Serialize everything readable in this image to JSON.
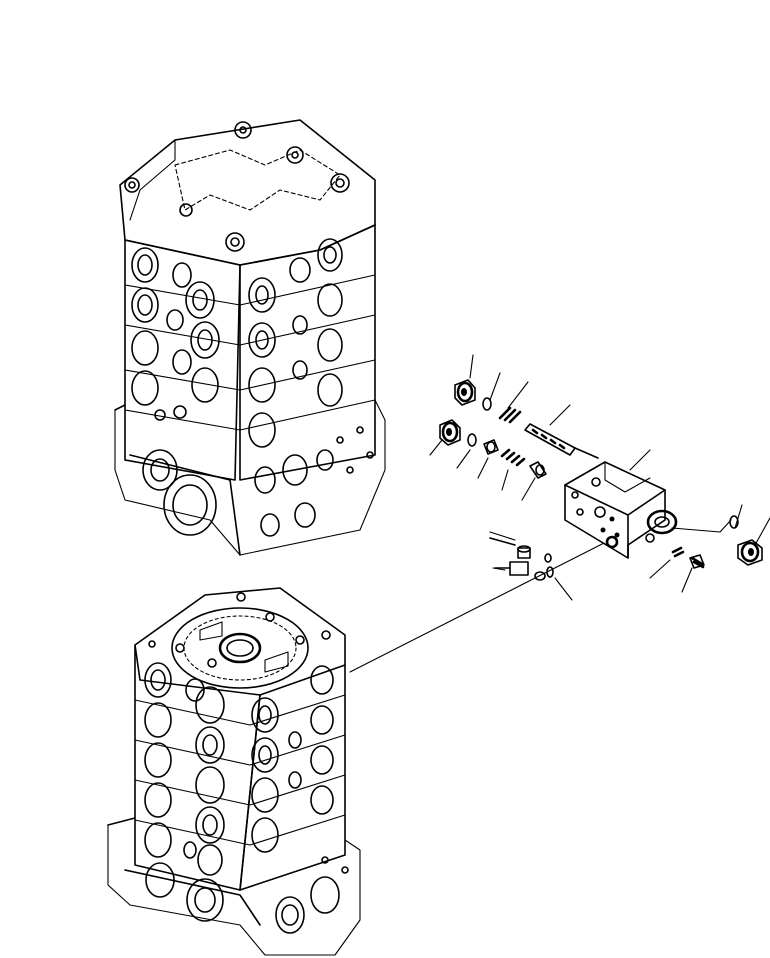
{
  "diagram": {
    "kind": "exploded parts view",
    "colors": {
      "ink": "#000000",
      "paper": "#ffffff"
    },
    "assemblies": [
      {
        "id": "valve-stack-upper"
      },
      {
        "id": "valve-stack-lower"
      },
      {
        "id": "relief-valve-block"
      }
    ],
    "callout_count": 17
  }
}
